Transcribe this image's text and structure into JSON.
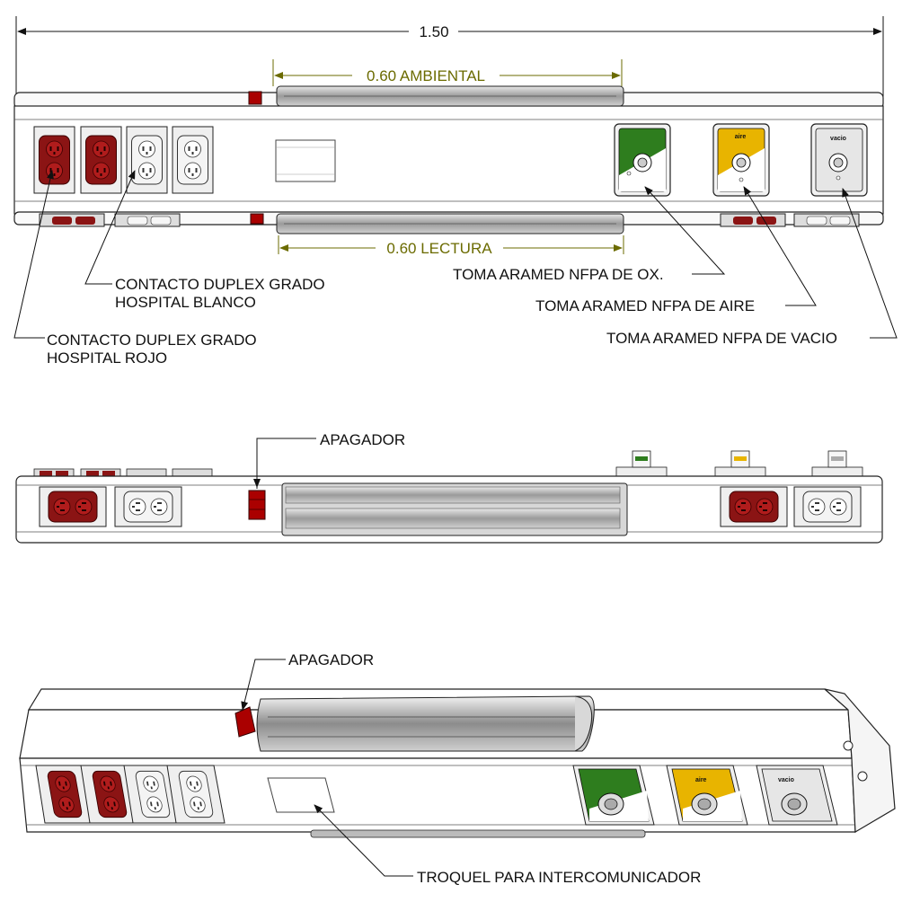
{
  "dimensions": {
    "overall": "1.50",
    "ambiental": "0.60 AMBIENTAL",
    "lectura": "0.60 LECTURA"
  },
  "labels": {
    "duplex_blanco_line1": "CONTACTO DUPLEX GRADO",
    "duplex_blanco_line2": "HOSPITAL BLANCO",
    "duplex_rojo_line1": "CONTACTO DUPLEX GRADO",
    "duplex_rojo_line2": "HOSPITAL ROJO",
    "toma_ox": "TOMA ARAMED NFPA DE OX.",
    "toma_aire": "TOMA ARAMED NFPA DE AIRE",
    "toma_vacio": "TOMA ARAMED NFPA DE VACIO",
    "apagador_side": "APAGADOR",
    "apagador_iso": "APAGADOR",
    "troquel": "TROQUEL PARA INTERCOMUNICADOR"
  },
  "gas_plates": {
    "aire": "aire",
    "vacio": "vacio"
  },
  "colors": {
    "outlet_red": "#8b1414",
    "oxygen_green": "#2e7d1e",
    "air_yellow": "#e8b400",
    "vacuum_gray": "#e6e6e6",
    "dimension_olive": "#6b6b00"
  }
}
